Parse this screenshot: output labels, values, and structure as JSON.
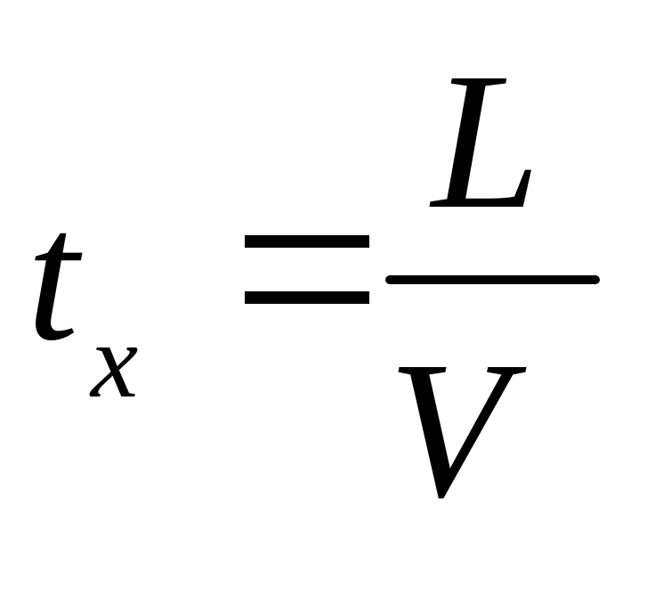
{
  "equation": {
    "base": "t",
    "subscript": "x",
    "numerator": "L",
    "denominator": "V"
  }
}
